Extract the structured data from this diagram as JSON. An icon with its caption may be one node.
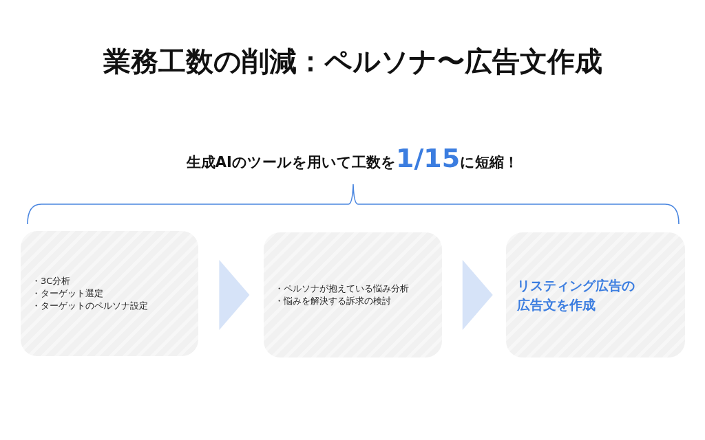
{
  "diagram": {
    "title": "業務工数の削減：ペルソナ〜広告文作成",
    "nodes": [
      {
        "text": [
          "・3C分析",
          "・ターゲット選定",
          "・ターゲットのペルソナ設定"
        ]
      },
      {
        "text": [
          "・ペルソナが抱えている悩み分析",
          "・悩みを解決する訴求の検討"
        ]
      },
      {
        "text": [
          "リスティング広告の広告文を作成"
        ]
      }
    ],
    "edges": [
      {
        "from": 0,
        "to": 1,
        "arrow": "to"
      },
      {
        "from": 1,
        "to": 2,
        "arrow": "to"
      }
    ],
    "labels": [
      "生成AIのツールを用いて工数を**1/15**に短縮！"
    ]
  }
}
